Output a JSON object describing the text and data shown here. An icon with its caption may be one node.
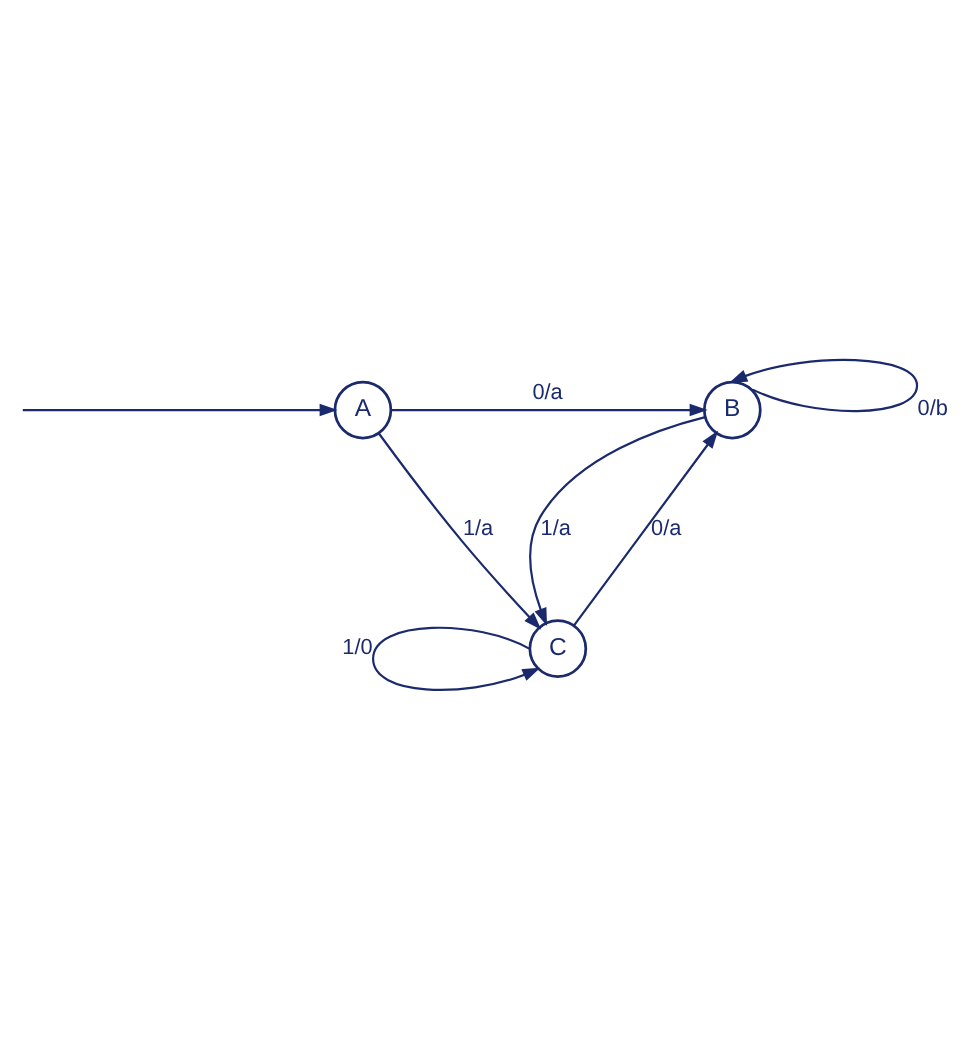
{
  "diagram": {
    "nodes": [
      {
        "text": [
          "A"
        ]
      },
      {
        "text": [
          "B"
        ]
      },
      {
        "text": [
          "C"
        ]
      }
    ],
    "edges": [
      {
        "from": null,
        "to": 0,
        "arrow": "to"
      },
      {
        "from": 0,
        "to": 1,
        "arrow": "to",
        "label": "0/a"
      },
      {
        "from": 1,
        "to": 1,
        "arrow": "to",
        "label": "0/b"
      },
      {
        "from": 0,
        "to": 2,
        "arrow": "to",
        "label": "1/a"
      },
      {
        "from": 1,
        "to": 2,
        "arrow": "to",
        "label": "1/a"
      },
      {
        "from": 2,
        "to": 1,
        "arrow": "to",
        "label": "0/a"
      },
      {
        "from": 2,
        "to": 2,
        "arrow": "to",
        "label": "1/0"
      }
    ]
  }
}
